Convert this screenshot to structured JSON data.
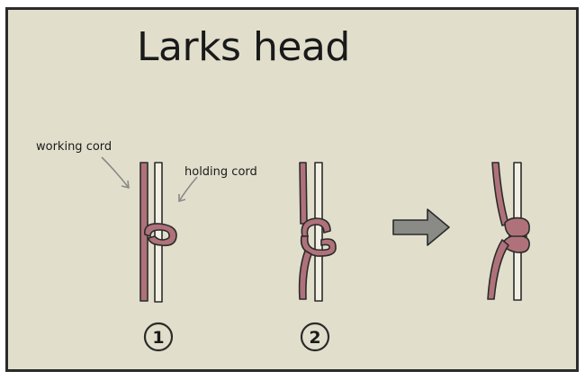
{
  "title": "Larks head",
  "labels": {
    "working_cord": "working cord",
    "holding_cord": "holding cord"
  },
  "steps": [
    {
      "number": "1"
    },
    {
      "number": "2"
    }
  ],
  "colors": {
    "background": "#e1dfcc",
    "frame": "#2b2b2b",
    "working_cord": "#b0727a",
    "holding_cord": "#f2f0e4",
    "arrow": "#8a8a86"
  },
  "icons": {
    "pointer_arrows": "curved-arrow-icon",
    "progress_arrow": "right-arrow-icon"
  }
}
